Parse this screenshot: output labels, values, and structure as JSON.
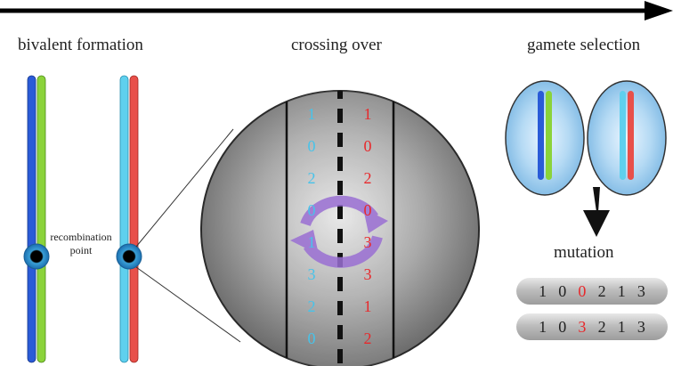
{
  "labels": {
    "bivalent": "bivalent formation",
    "crossing": "crossing over",
    "gamete": "gamete selection",
    "recombination_line1": "recombination",
    "recombination_line2": "point",
    "mutation": "mutation"
  },
  "sequences": {
    "left_column": [
      "1",
      "0",
      "2",
      "0",
      "1",
      "3",
      "2",
      "0"
    ],
    "right_column": [
      "1",
      "0",
      "2",
      "0",
      "3",
      "3",
      "1",
      "2"
    ],
    "before_mutation": [
      "1",
      "0",
      "0",
      "2",
      "1",
      "3"
    ],
    "after_mutation": [
      "1",
      "0",
      "3",
      "2",
      "1",
      "3"
    ],
    "mutated_index": 2
  },
  "colors": {
    "chromosome_blue": "#2a5bd7",
    "chromosome_green": "#8bd33a",
    "chromosome_cyan": "#5fd0ee",
    "chromosome_red": "#e8504a",
    "text_cyan": "#47c3ea",
    "text_red": "#e8282b",
    "cycle_arrow": "#9a6fd3",
    "highlight": "#e8282b"
  },
  "icons": [
    "timeline-arrow-icon",
    "centromere-icon",
    "cycle-arrows-icon",
    "down-arrow-icon",
    "gamete-cell-icon"
  ]
}
